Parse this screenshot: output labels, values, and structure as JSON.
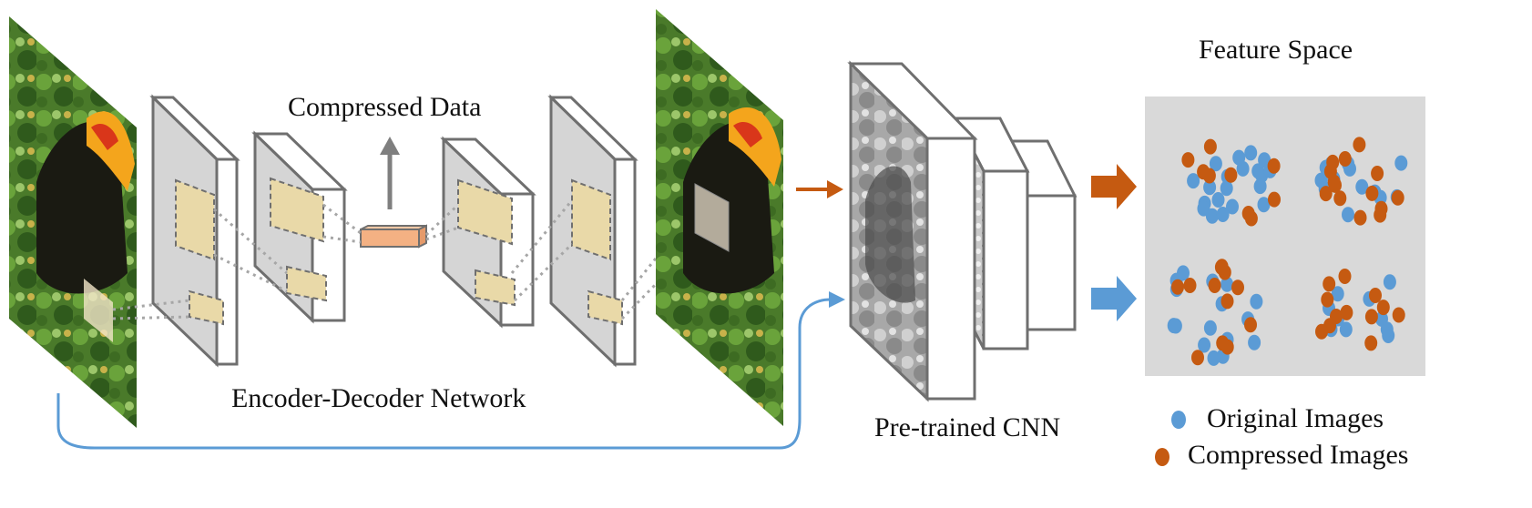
{
  "diagram": {
    "labels": {
      "compressed_data": "Compressed Data",
      "encoder_decoder": "Encoder-Decoder Network",
      "pretrained_cnn": "Pre-trained CNN",
      "feature_space": "Feature Space"
    },
    "legend": [
      {
        "label": "Original Images",
        "color": "#5b9bd5"
      },
      {
        "label": "Compressed Images",
        "color": "#c55a11"
      }
    ],
    "colors": {
      "original": "#5b9bd5",
      "compressed": "#c55a11",
      "layer_face": "#d5d5d5",
      "layer_outline": "#6f6f6f",
      "feature_bg": "#d9d9d9",
      "code_block": "#f4b183"
    },
    "icons": [
      "toucan-image",
      "arrow-up-icon",
      "arrow-right-icon"
    ]
  }
}
